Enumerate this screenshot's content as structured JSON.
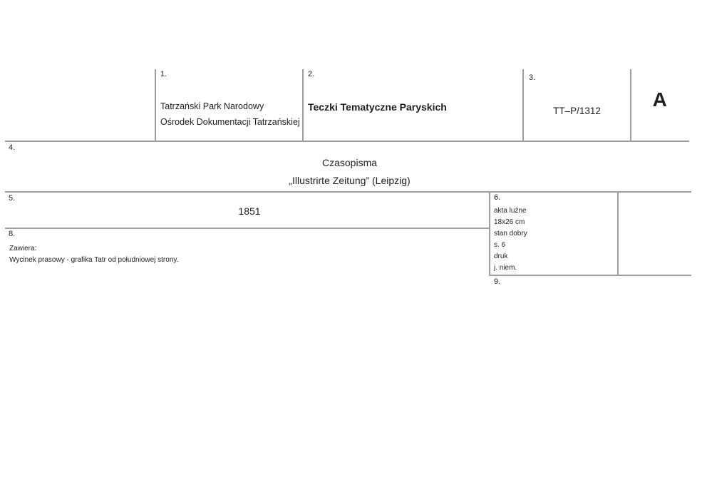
{
  "card": {
    "field1": {
      "number": "1.",
      "line1": "Tatrzański Park Narodowy",
      "line2": "Ośrodek Dokumentacji Tatrzańskiej"
    },
    "field2": {
      "number": "2.",
      "title": "Teczki Tematyczne Paryskich"
    },
    "field3": {
      "number": "3.",
      "signature": "TT–P/1312"
    },
    "series_letter": "A",
    "field4": {
      "number": "4.",
      "line1": "Czasopisma",
      "line2": "„Illustrirte Zeitung” (Leipzig)"
    },
    "field5": {
      "number": "5.",
      "year": "1851"
    },
    "field6": {
      "number": "6.",
      "items": [
        "akta luźne",
        "18x26 cm",
        "stan dobry",
        "s. 6",
        "druk",
        "j. niem."
      ]
    },
    "field8": {
      "number": "8.",
      "label": "Zawiera:",
      "content": "Wycinek prasowy - grafika Tatr od południowej strony."
    },
    "field9": {
      "number": "9."
    }
  }
}
